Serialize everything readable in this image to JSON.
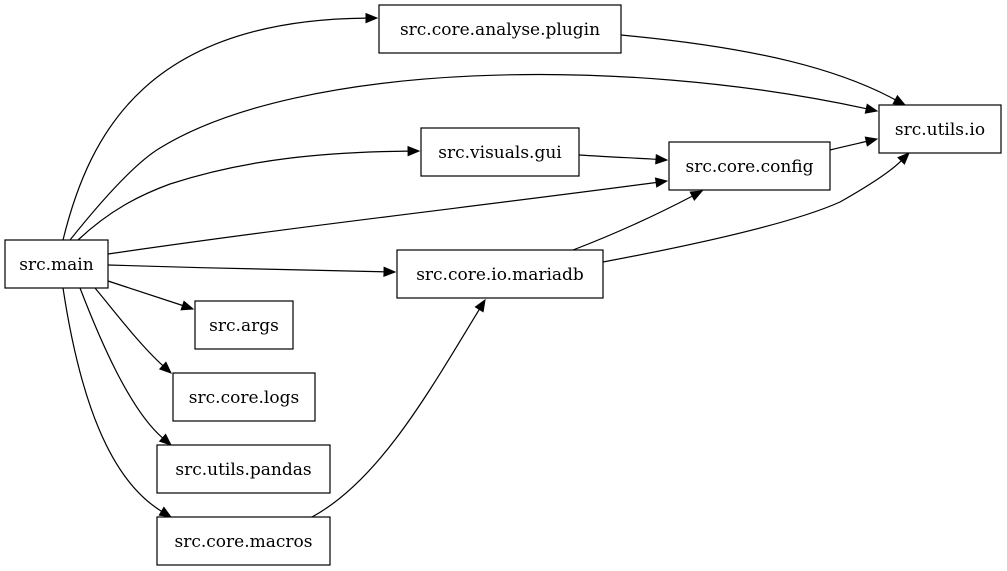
{
  "diagram": {
    "nodes": [
      {
        "id": "main",
        "label": "src.main"
      },
      {
        "id": "plugin",
        "label": "src.core.analyse.plugin"
      },
      {
        "id": "utils_io",
        "label": "src.utils.io"
      },
      {
        "id": "gui",
        "label": "src.visuals.gui"
      },
      {
        "id": "config",
        "label": "src.core.config"
      },
      {
        "id": "mariadb",
        "label": "src.core.io.mariadb"
      },
      {
        "id": "args",
        "label": "src.args"
      },
      {
        "id": "logs",
        "label": "src.core.logs"
      },
      {
        "id": "pandas",
        "label": "src.utils.pandas"
      },
      {
        "id": "macros",
        "label": "src.core.macros"
      }
    ],
    "edges": [
      {
        "from": "main",
        "to": "plugin"
      },
      {
        "from": "main",
        "to": "utils_io"
      },
      {
        "from": "main",
        "to": "gui"
      },
      {
        "from": "main",
        "to": "config"
      },
      {
        "from": "main",
        "to": "mariadb"
      },
      {
        "from": "main",
        "to": "args"
      },
      {
        "from": "main",
        "to": "logs"
      },
      {
        "from": "main",
        "to": "pandas"
      },
      {
        "from": "main",
        "to": "macros"
      },
      {
        "from": "plugin",
        "to": "utils_io"
      },
      {
        "from": "gui",
        "to": "config"
      },
      {
        "from": "config",
        "to": "utils_io"
      },
      {
        "from": "mariadb",
        "to": "config"
      },
      {
        "from": "mariadb",
        "to": "utils_io"
      },
      {
        "from": "macros",
        "to": "mariadb"
      }
    ]
  }
}
